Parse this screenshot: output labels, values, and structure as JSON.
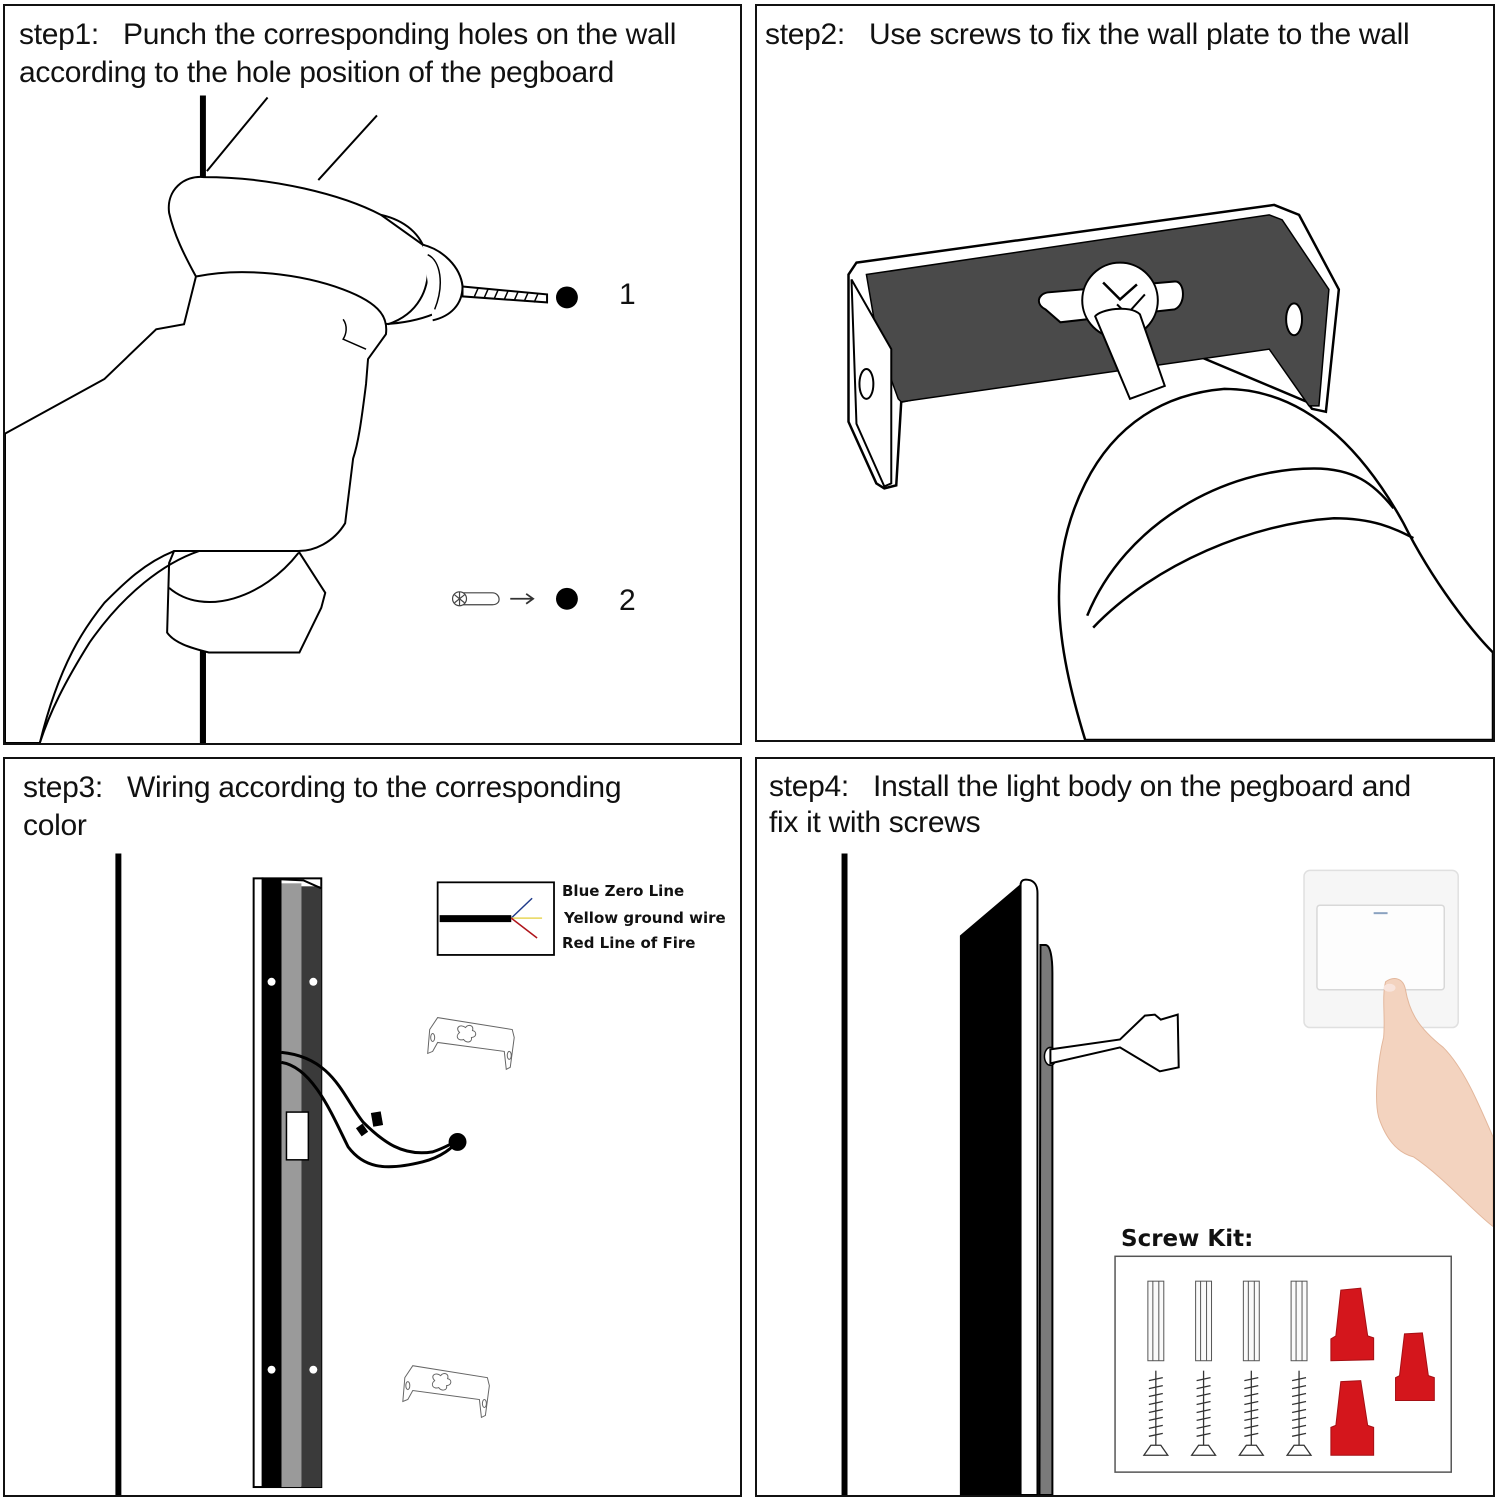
{
  "steps": [
    {
      "id": "step1",
      "label": "step1:",
      "text": "Punch the corresponding holes on the wall according to the hole position of the pegboard",
      "title": "step1:   Punch the corresponding holes on the wall\naccording to the hole position of the pegboard",
      "markers": [
        {
          "icon": "drill-bit-icon",
          "number": "1"
        },
        {
          "icon": "wall-anchor-icon",
          "number": "2"
        }
      ]
    },
    {
      "id": "step2",
      "label": "step2:",
      "text": "Use screws to fix the wall plate to the wall",
      "title": "step2:   Use screws to fix the wall plate to the wall"
    },
    {
      "id": "step3",
      "label": "step3:",
      "text": "Wiring according to the corresponding color",
      "title": "step3:   Wiring according to the corresponding\ncolor",
      "wire_legend": [
        {
          "label": "Blue Zero Line",
          "color": "#1f3a8a"
        },
        {
          "label": "Yellow ground wire",
          "color": "#e8d65a"
        },
        {
          "label": "Red Line of Fire",
          "color": "#b0151b"
        }
      ]
    },
    {
      "id": "step4",
      "label": "step4:",
      "text": "Install the light body on the pegboard and fix it with screws",
      "title": "step4:   Install the light body on the pegboard and\nfix it with screws",
      "screw_kit": {
        "title": "Screw Kit:",
        "anchors": 4,
        "screws": 4,
        "wire_nuts": 3,
        "wire_nut_color": "#d4161c"
      }
    }
  ],
  "colors": {
    "outline": "#111111",
    "bracket_fill": "#4a4a4a",
    "light_gray": "#9a9a9a",
    "mid_gray": "#7a7a7a",
    "dark_gray": "#3a3a3a"
  }
}
